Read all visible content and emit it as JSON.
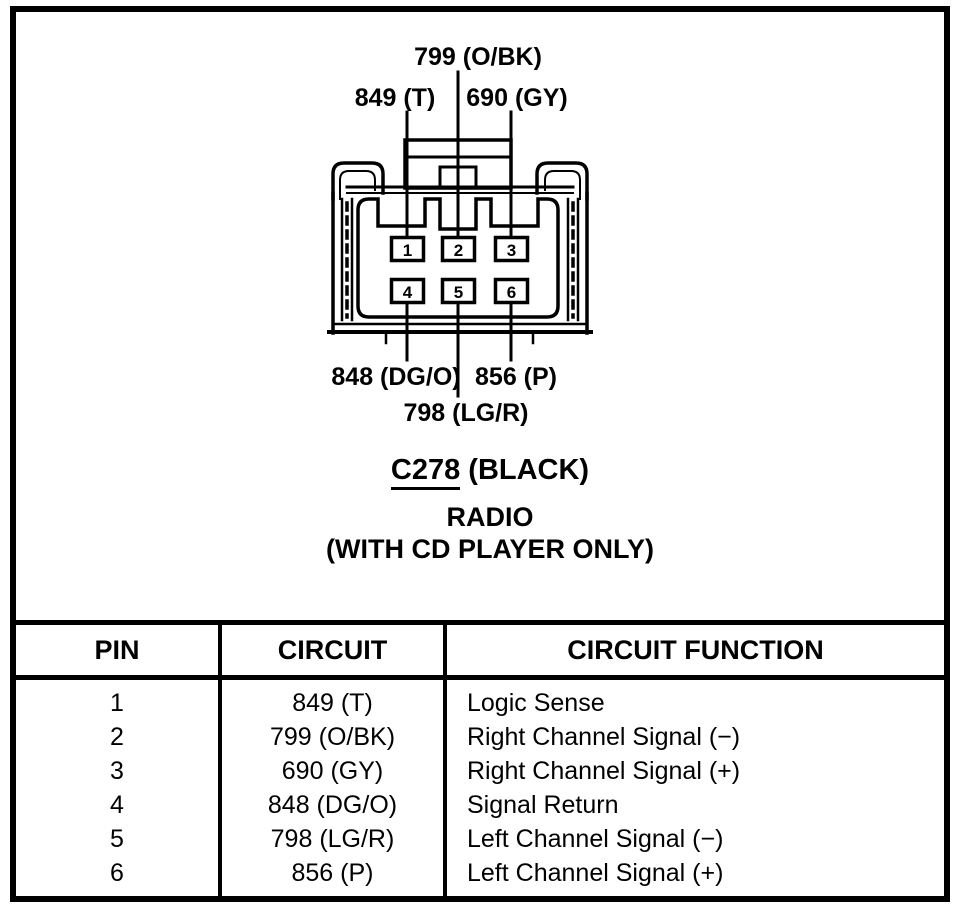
{
  "colors": {
    "ink": "#000000",
    "paper": "#ffffff"
  },
  "diagram": {
    "wire_labels": {
      "top_center": "799 (O/BK)",
      "top_left": "849 (T)",
      "top_right": "690 (GY)",
      "bottom_left": "848 (DG/O)",
      "bottom_right": "856 (P)",
      "bottom_center": "798 (LG/R)"
    },
    "pins": [
      "1",
      "2",
      "3",
      "4",
      "5",
      "6"
    ],
    "title": {
      "connector_id": "C278",
      "connector_color": " (BLACK)",
      "device": "RADIO",
      "qualifier": "(WITH CD PLAYER ONLY)"
    }
  },
  "table": {
    "headers": [
      "PIN",
      "CIRCUIT",
      "CIRCUIT FUNCTION"
    ],
    "rows": [
      {
        "pin": "1",
        "circuit": "849 (T)",
        "function": "Logic Sense"
      },
      {
        "pin": "2",
        "circuit": "799 (O/BK)",
        "function": "Right Channel Signal (−)"
      },
      {
        "pin": "3",
        "circuit": "690 (GY)",
        "function": "Right Channel Signal (+)"
      },
      {
        "pin": "4",
        "circuit": "848 (DG/O)",
        "function": "Signal Return"
      },
      {
        "pin": "5",
        "circuit": "798 (LG/R)",
        "function": "Left Channel Signal (−)"
      },
      {
        "pin": "6",
        "circuit": "856 (P)",
        "function": "Left Channel Signal (+)"
      }
    ]
  }
}
